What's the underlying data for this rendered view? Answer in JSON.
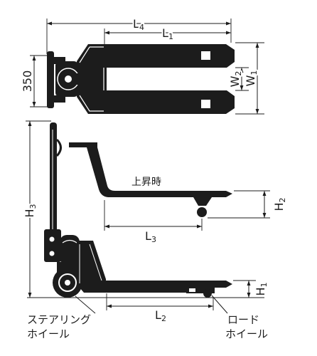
{
  "colors": {
    "ink": "#1c1c1c",
    "background": "#ffffff"
  },
  "dimensions": {
    "l4": {
      "main": "L",
      "sub": "4"
    },
    "l1": {
      "main": "L",
      "sub": "1"
    },
    "width_350": "350",
    "w2": {
      "main": "W",
      "sub": "2"
    },
    "w1": {
      "main": "W",
      "sub": "1"
    },
    "h2": {
      "main": "H",
      "sub": "2"
    },
    "l3": {
      "main": "L",
      "sub": "3"
    },
    "h3": {
      "main": "H",
      "sub": "3"
    },
    "h1": {
      "main": "H",
      "sub": "1"
    },
    "l2": {
      "main": "L",
      "sub": "2"
    }
  },
  "annotations": {
    "raised": "上昇時",
    "steering_wheel": [
      "ステアリング",
      "ホイール"
    ],
    "load_wheel": [
      "ロード",
      "ホイール"
    ]
  }
}
